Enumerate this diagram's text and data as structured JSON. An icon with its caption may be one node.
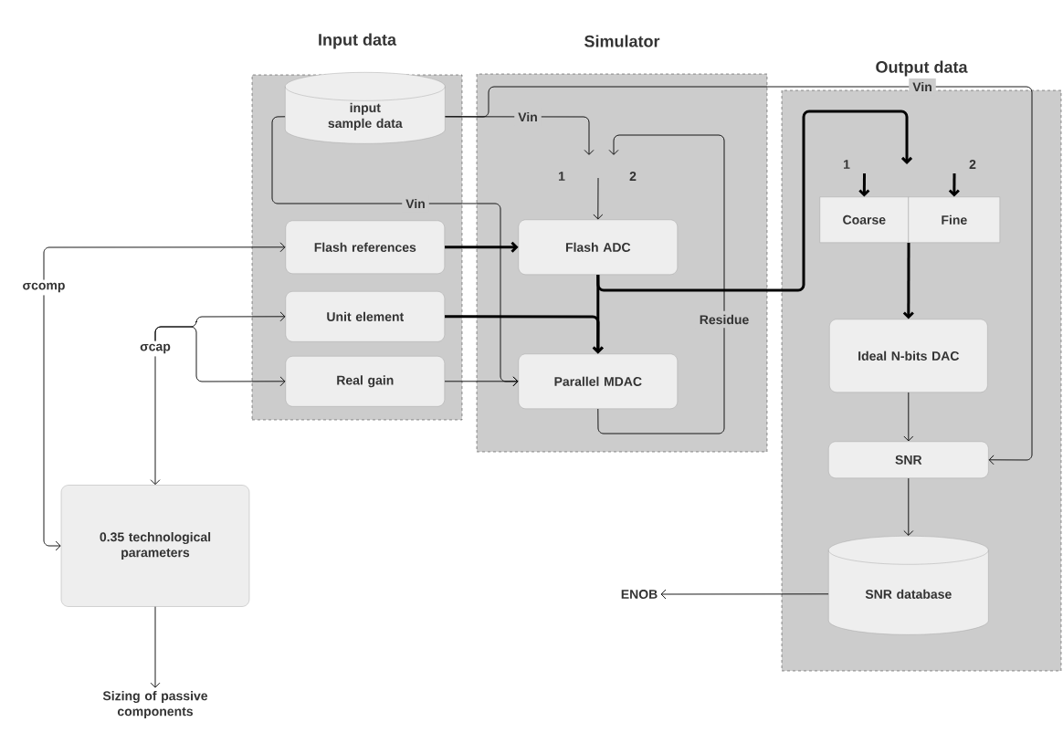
{
  "diagram": {
    "nodes": [
      {
        "text": [
          "Input data"
        ]
      },
      {
        "text": [
          "Simulator"
        ]
      },
      {
        "text": [
          "Output data"
        ]
      },
      {
        "text": [
          "input sample data"
        ],
        "in": 0
      },
      {
        "text": [
          "Flash references"
        ],
        "in": 0
      },
      {
        "text": [
          "Unit element"
        ],
        "in": 0
      },
      {
        "text": [
          "Real gain"
        ],
        "in": 0
      },
      {
        "text": [
          "Flash ADC"
        ],
        "in": 1
      },
      {
        "text": [
          "Parallel MDAC"
        ],
        "in": 1
      },
      {
        "text": [
          "Coarse"
        ],
        "in": 2
      },
      {
        "text": [
          "Fine"
        ],
        "in": 2
      },
      {
        "text": [
          "Ideal N-bits DAC"
        ],
        "in": 2
      },
      {
        "text": [
          "SNR"
        ],
        "in": 2
      },
      {
        "text": [
          "SNR database"
        ],
        "in": 2
      },
      {
        "text": [
          "0.35 technological parameters"
        ]
      },
      {
        "text": [
          "σcomp"
        ]
      },
      {
        "text": [
          "σcap"
        ]
      },
      {
        "text": [
          "ENOB"
        ]
      },
      {
        "text": [
          "Sizing of passive components"
        ]
      }
    ],
    "edges": [
      {
        "from": 3,
        "to": null,
        "arrow": "to",
        "label": "Vin"
      },
      {
        "from": 3,
        "to": 8,
        "arrow": "to",
        "label": "Vin"
      },
      {
        "from": 3,
        "to": 12,
        "arrow": "to",
        "label": "Vin"
      },
      {
        "from": null,
        "to": 7,
        "arrow": "to"
      },
      {
        "from": 8,
        "to": null,
        "arrow": "to",
        "label": "Residue"
      },
      {
        "from": 15,
        "to": 4,
        "arrow": "to"
      },
      {
        "from": 15,
        "to": 14,
        "arrow": "to"
      },
      {
        "from": 16,
        "to": 5,
        "arrow": "to"
      },
      {
        "from": 16,
        "to": 6,
        "arrow": "to"
      },
      {
        "from": 16,
        "to": 14,
        "arrow": "to"
      },
      {
        "from": 4,
        "to": 7,
        "arrow": "to",
        "style": "thick"
      },
      {
        "from": 5,
        "to": 8,
        "arrow": "to",
        "style": "thick"
      },
      {
        "from": 7,
        "to": 8,
        "arrow": "to",
        "style": "thick"
      },
      {
        "from": 6,
        "to": 8,
        "arrow": "to"
      },
      {
        "from": 7,
        "to": null,
        "arrow": "to",
        "style": "thick"
      },
      {
        "from": null,
        "to": 9,
        "arrow": "to",
        "style": "thick"
      },
      {
        "from": null,
        "to": 10,
        "arrow": "to",
        "style": "thick"
      },
      {
        "from": 9,
        "to": 11,
        "arrow": "to",
        "style": "thick"
      },
      {
        "from": 11,
        "to": 12,
        "arrow": "to"
      },
      {
        "from": 12,
        "to": 13,
        "arrow": "to"
      },
      {
        "from": 13,
        "to": 17,
        "arrow": "to"
      },
      {
        "from": 14,
        "to": 18,
        "arrow": "to"
      }
    ],
    "labels": [
      "1",
      "2",
      "1",
      "2"
    ]
  }
}
